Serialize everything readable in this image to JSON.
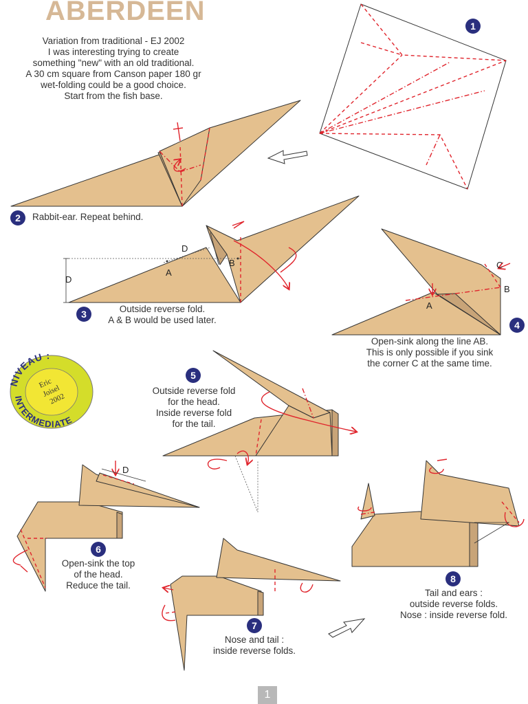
{
  "title": "ABERDEEN",
  "intro": [
    "Variation from traditional - EJ 2002",
    "I was interesting trying to create",
    "something \"new\" with an old traditional.",
    "A 30 cm square from Canson paper 180 gr",
    "wet-folding could be a good choice.",
    "Start from the fish base."
  ],
  "steps": [
    {
      "number": "1",
      "lines": []
    },
    {
      "number": "2",
      "lines": [
        "Rabbit-ear. Repeat behind."
      ]
    },
    {
      "number": "3",
      "lines": [
        "Outside reverse fold.",
        "A & B would be used later."
      ]
    },
    {
      "number": "4",
      "lines": [
        "Open-sink along the line AB.",
        "This is only possible if you sink",
        "the corner C at the same time."
      ]
    },
    {
      "number": "5",
      "lines": [
        "Outside reverse fold",
        "for the head.",
        "Inside reverse fold",
        "for the tail."
      ]
    },
    {
      "number": "6",
      "lines": [
        "Open-sink the top",
        "of the head.",
        "Reduce the tail."
      ]
    },
    {
      "number": "7",
      "lines": [
        "Nose and tail :",
        "inside reverse folds."
      ]
    },
    {
      "number": "8",
      "lines": [
        "Tail and ears :",
        "outside reverse folds.",
        "Nose : inside reverse fold."
      ]
    }
  ],
  "diagram_labels": {
    "step3": {
      "d_top": "D",
      "d_side": "D",
      "a": "A",
      "b": "B"
    },
    "step4": {
      "c": "C",
      "b": "B",
      "a": "A"
    },
    "step6": {
      "d": "D"
    }
  },
  "badge": {
    "top_text": "NIVEAU :",
    "bottom_text": "INTERMEDIATE",
    "author_line1": "Eric",
    "author_line2": "Joisel",
    "year": "2002"
  },
  "page_number": "1",
  "colors": {
    "paper": "#e4c08e",
    "title": "#d6b896",
    "fold_lines": "#e0242c",
    "step_badge": "#2a2f7e",
    "level_badge": "#d4dd2a"
  }
}
